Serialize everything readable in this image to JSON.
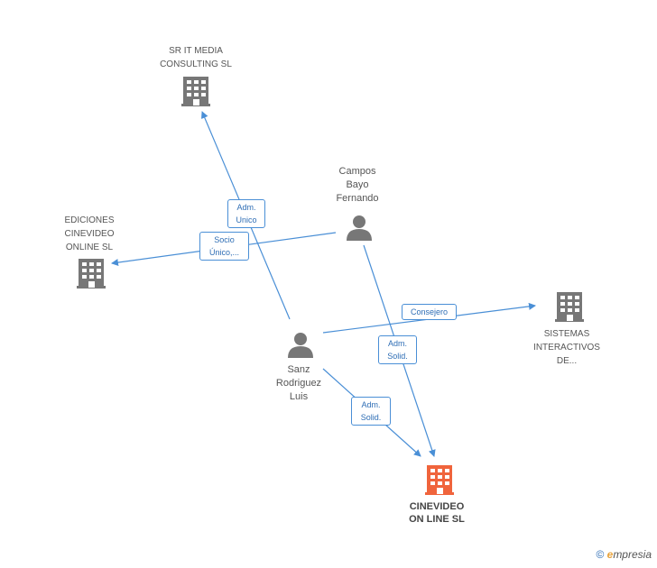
{
  "nodes": {
    "sr_it": {
      "label": "SR IT MEDIA\nCONSULTING SL",
      "type": "company"
    },
    "ediciones": {
      "label": "EDICIONES\nCINEVIDEO\nONLINE  SL",
      "type": "company"
    },
    "campos": {
      "label": "Campos\nBayo\nFernando",
      "type": "person"
    },
    "sistemas": {
      "label": "SISTEMAS\nINTERACTIVOS\nDE...",
      "type": "company"
    },
    "sanz": {
      "label": "Sanz\nRodriguez\nLuis",
      "type": "person"
    },
    "cinevideo": {
      "label": "CINEVIDEO\nON LINE SL",
      "type": "company-focus"
    }
  },
  "edges": {
    "adm_unico": "Adm.\nUnico",
    "socio_unico": "Socio\nÚnico,...",
    "consejero": "Consejero",
    "adm_solid_1": "Adm.\nSolid.",
    "adm_solid_2": "Adm.\nSolid."
  },
  "colors": {
    "edge": "#4a8fd6",
    "icon": "#777777",
    "focus_icon": "#f0643c"
  },
  "footer": {
    "copyright_symbol": "©",
    "brand_initial": "e",
    "brand_rest": "mpresia"
  }
}
